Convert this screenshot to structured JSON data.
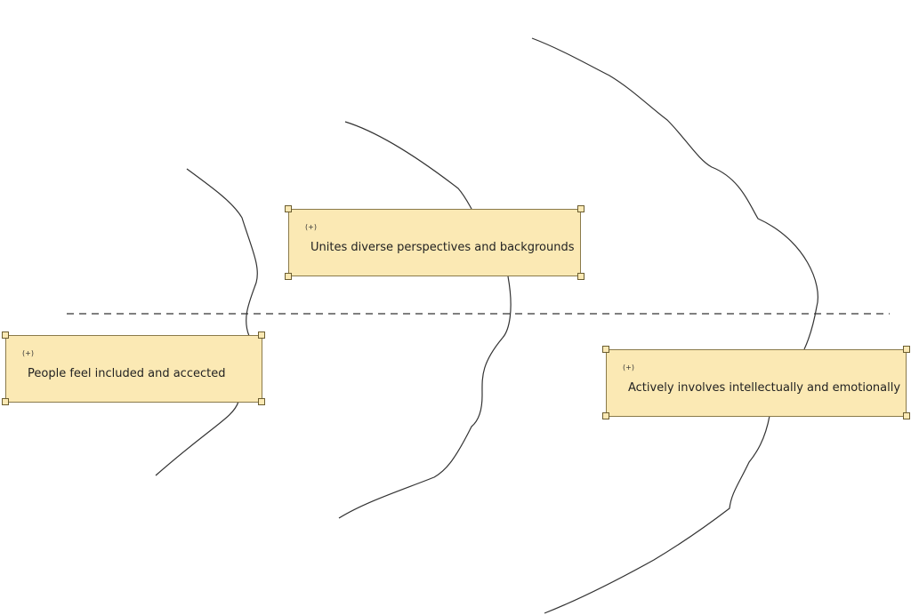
{
  "diagram": {
    "divider_style": "dashed",
    "card_color": "#fbe9b4",
    "cards": [
      {
        "id": "unites",
        "plus": "(+)",
        "text": "Unites diverse perspectives and backgrounds"
      },
      {
        "id": "included",
        "plus": "(+)",
        "text": "People feel included and accected"
      },
      {
        "id": "involves",
        "plus": "(+)",
        "text": "Actively involves intellectually and emotionally"
      }
    ]
  }
}
